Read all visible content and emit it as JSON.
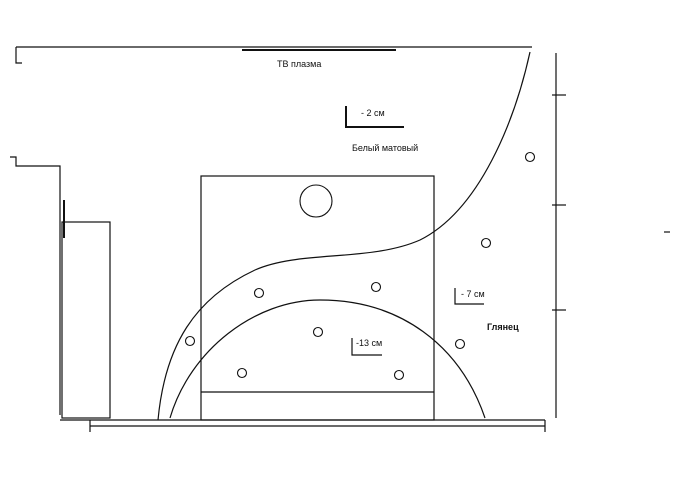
{
  "diagram": {
    "labels": {
      "tv": "ТВ плазма",
      "level_top": "- 2 см",
      "white_matte": "Белый матовый",
      "level_right": "- 7 см",
      "glossy": "Глянец",
      "level_center": "-13 см"
    },
    "lamp_count": 9,
    "chandelier_count": 1,
    "colors": {
      "line": "#111111",
      "background": "#ffffff"
    }
  }
}
